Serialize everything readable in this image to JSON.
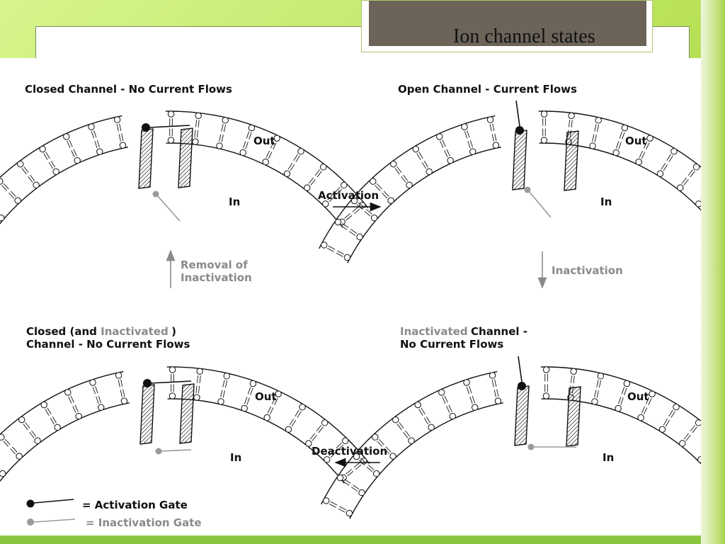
{
  "slide": {
    "title": "Ion channel states"
  },
  "diagram": {
    "panels": {
      "closed": {
        "heading": "Closed Channel - No Current Flows",
        "out_label": "Out",
        "in_label": "In"
      },
      "open": {
        "heading": "Open Channel - Current Flows",
        "out_label": "Out",
        "in_label": "In"
      },
      "closed_inactivated": {
        "heading_part1": "Closed (and ",
        "heading_grey": "Inactivated",
        "heading_part2": " )",
        "heading_line2": "Channel - No Current Flows",
        "out_label": "Out",
        "in_label": "In"
      },
      "inactivated": {
        "heading_grey": "Inactivated",
        "heading_part2": " Channel -",
        "heading_line2": "No Current Flows",
        "out_label": "Out",
        "in_label": "In"
      }
    },
    "transitions": {
      "activation": "Activation",
      "inactivation": "Inactivation",
      "deactivation": "Deactivation",
      "removal_line1": "Removal of",
      "removal_line2": "Inactivation"
    },
    "legend": {
      "activation_gate": "= Activation Gate",
      "inactivation_gate": "= Inactivation Gate"
    },
    "colors": {
      "activation_gate": "#111111",
      "inactivation_gate": "#9a9a9a"
    }
  }
}
